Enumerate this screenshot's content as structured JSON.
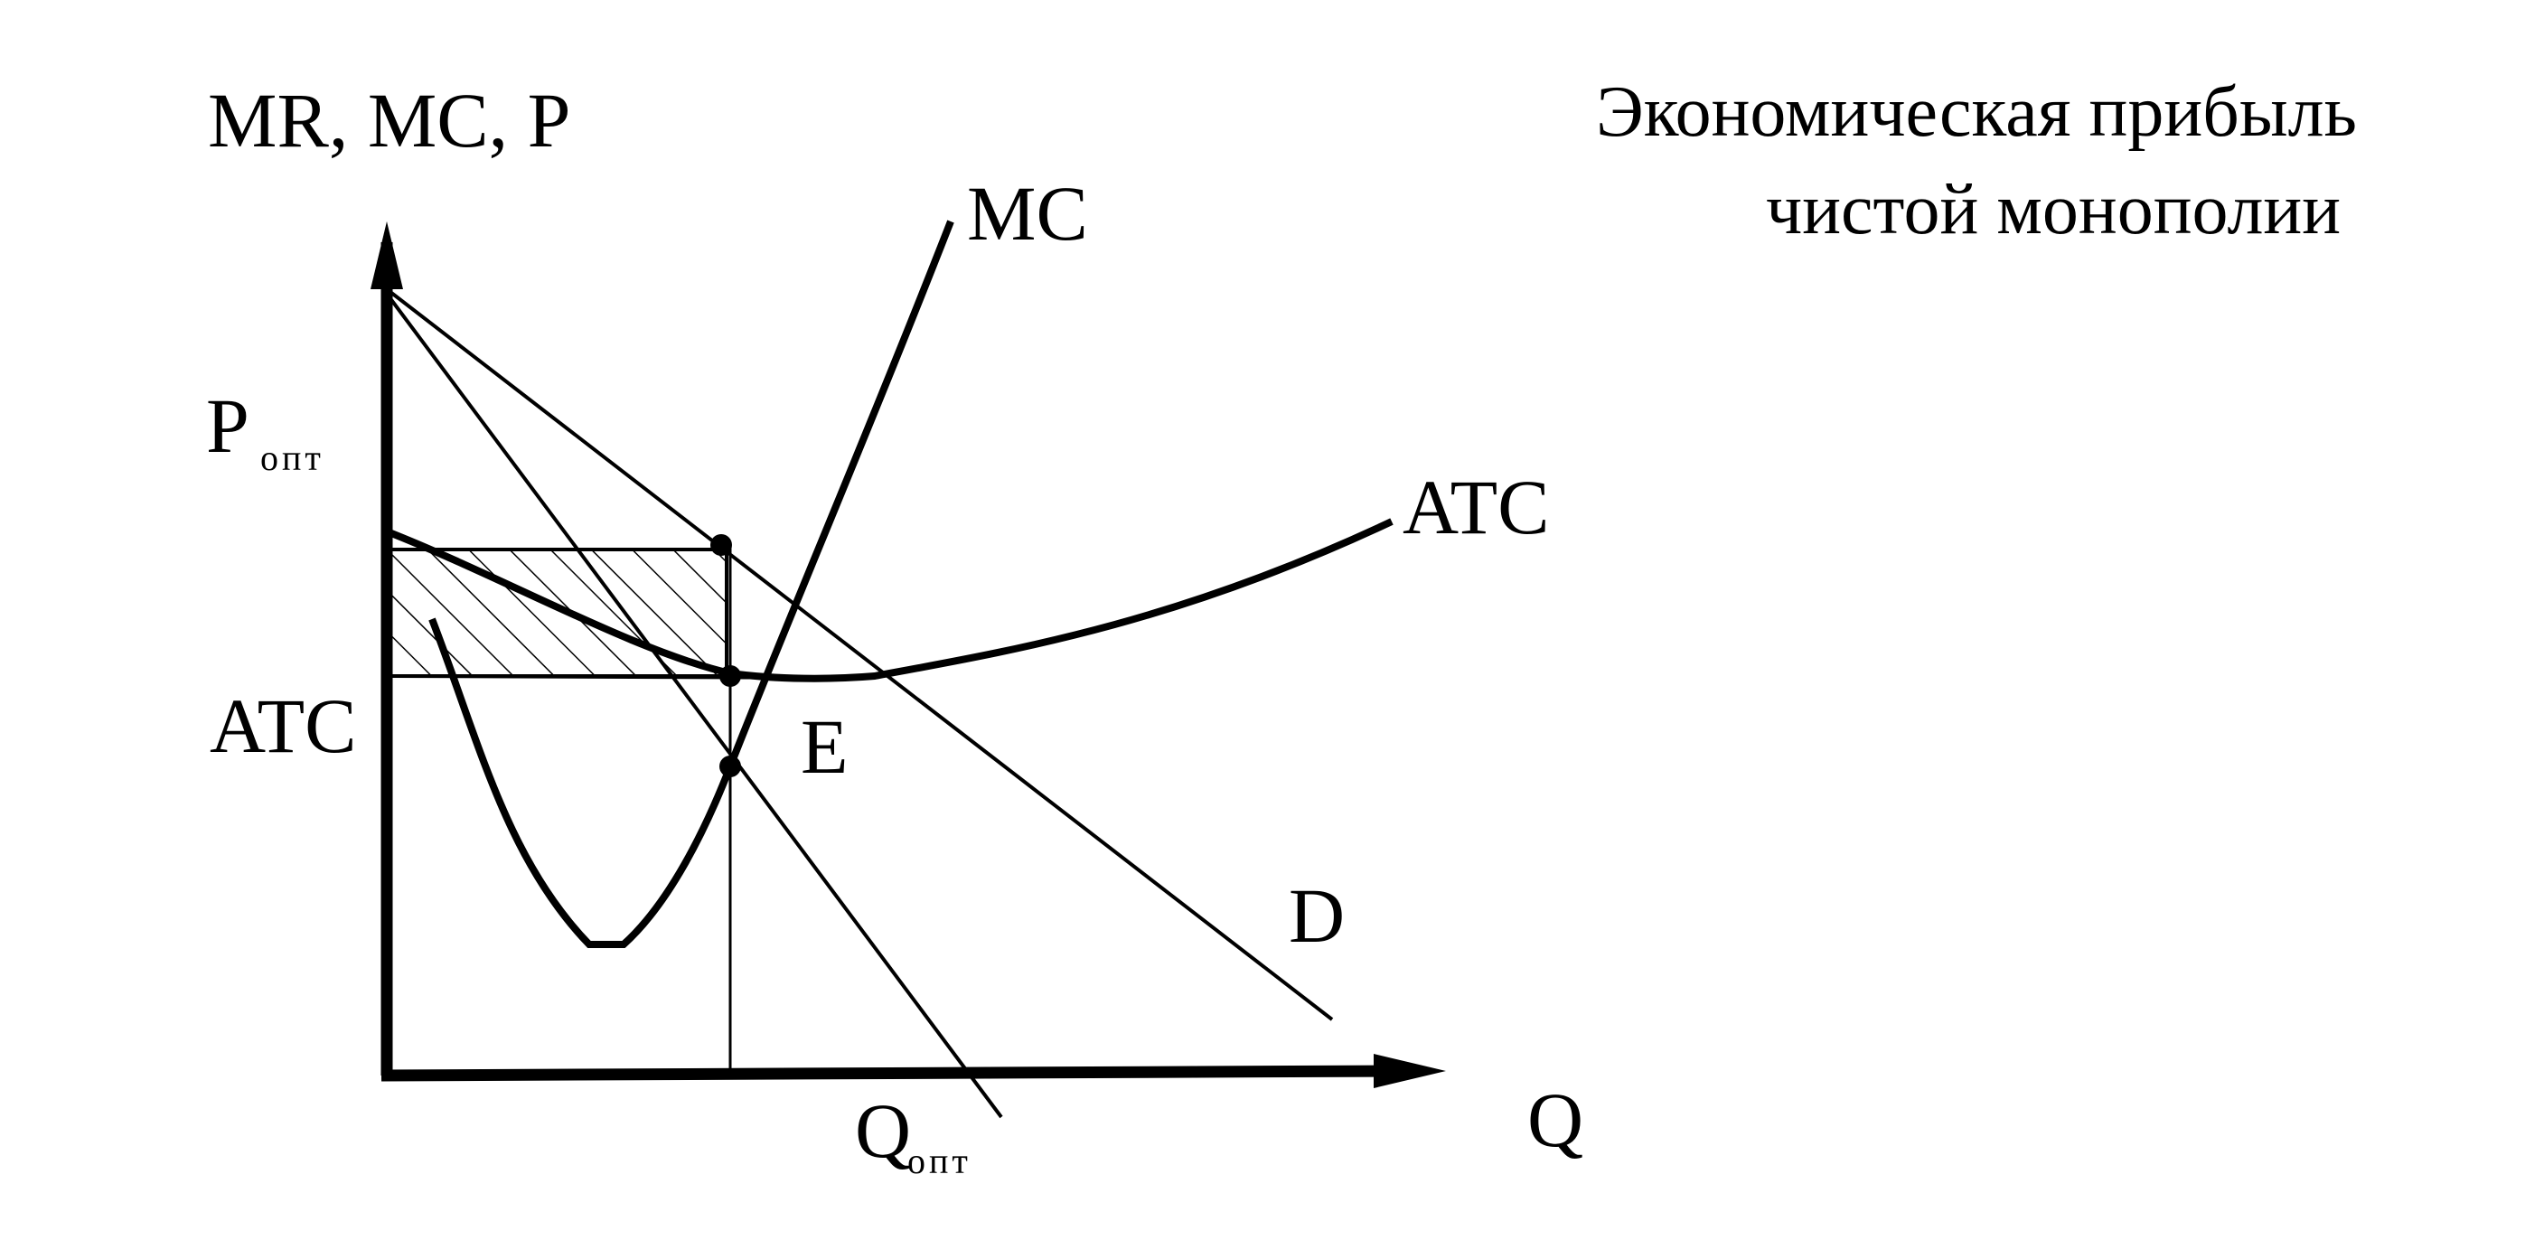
{
  "title": {
    "line1": "Экономическая прибыль",
    "line2": "чистой монополии"
  },
  "axes": {
    "y_label": "MR, MC, P",
    "x_label": "Q"
  },
  "labels": {
    "p_main": "P",
    "p_sub": "опт",
    "atc_left": "ATC",
    "q_main": "Q",
    "q_sub": "опт",
    "mc": "MC",
    "atc_curve": "ATC",
    "e": "E",
    "d": "D"
  },
  "colors": {
    "ink": "#000000",
    "background": "#ffffff"
  }
}
